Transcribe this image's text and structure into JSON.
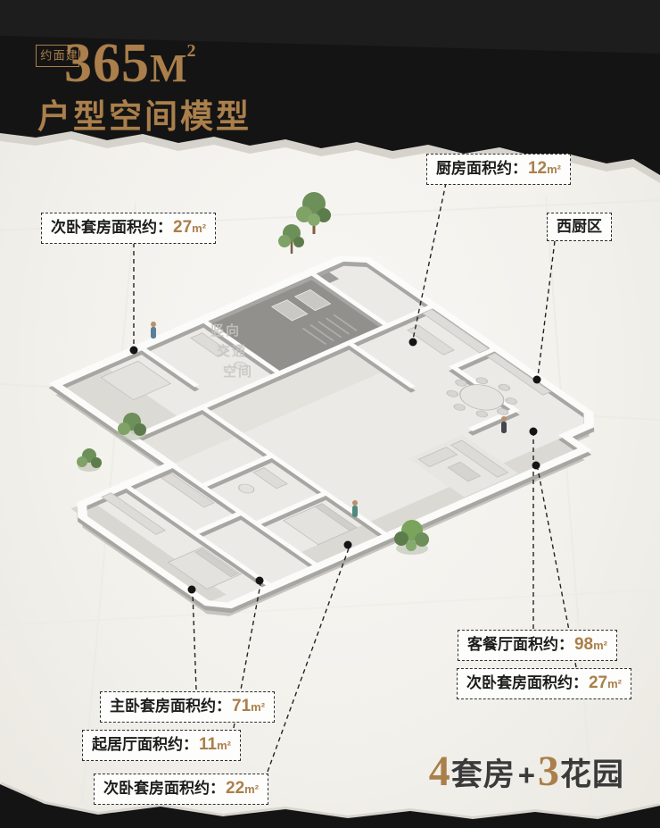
{
  "header": {
    "badge": "建面约",
    "area": "365",
    "area_unit": "M",
    "area_exp": "2",
    "title": "户型空间模型"
  },
  "plan": {
    "watermark": [
      "竖向",
      "交通",
      "空间"
    ]
  },
  "callouts": [
    {
      "id": "bedroom-suite-top",
      "label": "次卧套房面积约：",
      "value": "27",
      "unit": "m²"
    },
    {
      "id": "kitchen",
      "label": "厨房面积约：",
      "value": "12",
      "unit": "m²"
    },
    {
      "id": "west-kitchen",
      "label": "西厨区",
      "value": "",
      "unit": ""
    },
    {
      "id": "living-dining",
      "label": "客餐厅面积约：",
      "value": "98",
      "unit": "m²"
    },
    {
      "id": "bedroom-suite-right",
      "label": "次卧套房面积约：",
      "value": "27",
      "unit": "m²"
    },
    {
      "id": "master-suite",
      "label": "主卧套房面积约：",
      "value": "71",
      "unit": "m²"
    },
    {
      "id": "sitting-room",
      "label": "起居厅面积约：",
      "value": "11",
      "unit": "m²"
    },
    {
      "id": "bedroom-suite-bottom",
      "label": "次卧套房面积约：",
      "value": "22",
      "unit": "m²"
    }
  ],
  "footer": {
    "suites_num": "4",
    "suites_label": "套房",
    "plus": "+",
    "gardens_num": "3",
    "gardens_label": "花园"
  },
  "colors": {
    "gold": "#aa7f4b",
    "paper": "#f5f4f0",
    "ink": "#141414",
    "plan_gray": "#eceae6",
    "core_gray": "#91908c",
    "plant_green": "#6d8f5a"
  }
}
